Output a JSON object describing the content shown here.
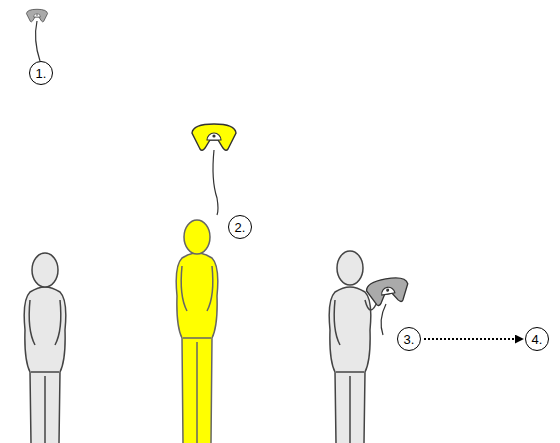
{
  "diagram": {
    "nodes": [
      {
        "text": [
          "1."
        ]
      },
      {
        "text": [
          "2."
        ]
      },
      {
        "text": [
          "3."
        ]
      },
      {
        "text": [
          "4."
        ]
      }
    ],
    "edges": [
      {
        "from": 2,
        "to": 3,
        "arrow": "to"
      }
    ]
  }
}
